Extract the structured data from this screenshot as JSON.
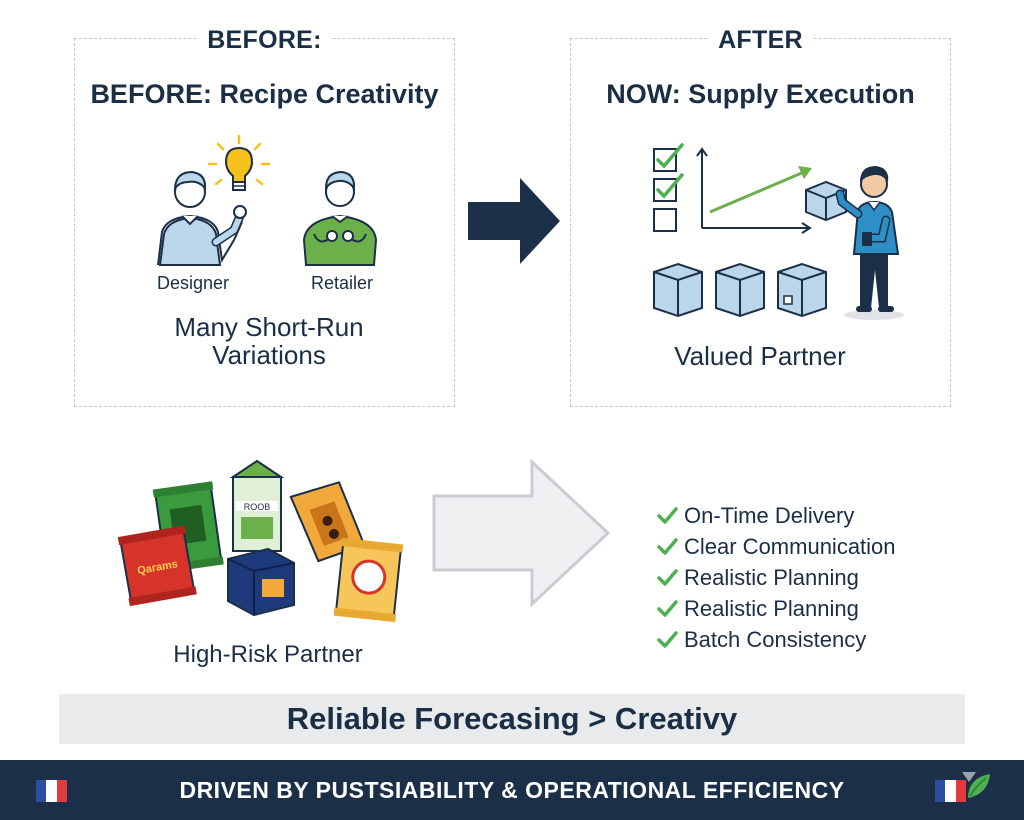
{
  "before": {
    "header": "BEFORE:",
    "title": "BEFORE: Recipe Creativity",
    "designer_label": "Designer",
    "retailer_label": "Retailer",
    "caption_line1": "Many Short-Run",
    "caption_line2": "Variations"
  },
  "after": {
    "header": "AFTER",
    "title": "NOW: Supply Execution",
    "caption": "Valued Partner"
  },
  "lower_left": {
    "caption": "High-Risk Partner",
    "package_labels": [
      "Qarams",
      "ROOB"
    ]
  },
  "benefits": [
    "On-Time Delivery",
    "Clear Communication",
    "Realistic Planning",
    "Realistic Planning",
    "Batch Consistency"
  ],
  "summary": "Reliable Forecasing > Creativy",
  "footer": "DRIVEN BY PUSTSIABILITY & OPERATIONAL EFFICIENCY",
  "colors": {
    "navy": "#1b2f48",
    "green": "#4caf50",
    "light_blue": "#b9d6ea",
    "bulb_yellow": "#f6c21a",
    "flag_blue": "#2d4da0",
    "flag_red": "#e23b3b"
  }
}
